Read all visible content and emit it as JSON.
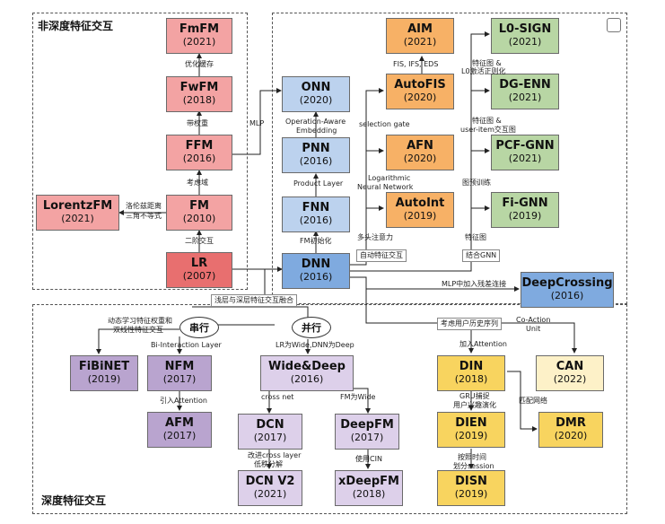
{
  "regions": {
    "top_left_title": "非深度特征交互",
    "bottom_title": "深度特征交互"
  },
  "nodes": {
    "fmfm": {
      "name": "FmFM",
      "year": "(2021)"
    },
    "fwfm": {
      "name": "FwFM",
      "year": "(2018)"
    },
    "ffm": {
      "name": "FFM",
      "year": "(2016)"
    },
    "fm": {
      "name": "FM",
      "year": "(2010)"
    },
    "lorentzfm": {
      "name": "LorentzFM",
      "year": "(2021)"
    },
    "lr": {
      "name": "LR",
      "year": "(2007)"
    },
    "onn": {
      "name": "ONN",
      "year": "(2020)"
    },
    "pnn": {
      "name": "PNN",
      "year": "(2016)"
    },
    "fnn": {
      "name": "FNN",
      "year": "(2016)"
    },
    "dnn": {
      "name": "DNN",
      "year": "(2016)"
    },
    "aim": {
      "name": "AIM",
      "year": "(2021)"
    },
    "autofis": {
      "name": "AutoFIS",
      "year": "(2020)"
    },
    "afn": {
      "name": "AFN",
      "year": "(2020)"
    },
    "autoint": {
      "name": "AutoInt",
      "year": "(2019)"
    },
    "l0sign": {
      "name": "L0-SIGN",
      "year": "(2021)"
    },
    "dgenn": {
      "name": "DG-ENN",
      "year": "(2021)"
    },
    "pcfgnn": {
      "name": "PCF-GNN",
      "year": "(2021)"
    },
    "figthe": {
      "name": "Fi-GNN",
      "year": "(2019)"
    },
    "deepcrossing": {
      "name": "DeepCrossing",
      "year": "(2016)"
    },
    "fibinet": {
      "name": "FiBiNET",
      "year": "(2019)"
    },
    "nfm": {
      "name": "NFM",
      "year": "(2017)"
    },
    "afm": {
      "name": "AFM",
      "year": "(2017)"
    },
    "widedeep": {
      "name": "Wide&Deep",
      "year": "(2016)"
    },
    "dcn": {
      "name": "DCN",
      "year": "(2017)"
    },
    "deepfm": {
      "name": "DeepFM",
      "year": "(2017)"
    },
    "dcnv2": {
      "name": "DCN V2",
      "year": "(2021)"
    },
    "xdeepfm": {
      "name": "xDeepFM",
      "year": "(2018)"
    },
    "din": {
      "name": "DIN",
      "year": "(2018)"
    },
    "dien": {
      "name": "DIEN",
      "year": "(2019)"
    },
    "disn": {
      "name": "DISN",
      "year": "(2019)"
    },
    "can": {
      "name": "CAN",
      "year": "(2022)"
    },
    "dmr": {
      "name": "DMR",
      "year": "(2020)"
    }
  },
  "ellipses": {
    "serial": "串行",
    "parallel": "并行"
  },
  "labels": {
    "opt_cache": "优化缓存",
    "weighted": "带权重",
    "consider_field": "考虑域",
    "second_order": "二阶交互",
    "lorentz_1": "洛伦兹距离",
    "lorentz_2": "三角不等式",
    "mlp": "MLP",
    "op_aware_1": "Operation-Aware",
    "op_aware_2": "Embedding",
    "product_layer": "Product Layer",
    "fm_init": "FM初始化",
    "fis": "FIS, IFS, EDS",
    "sel_gate": "selection gate",
    "log_1": "Logarithmic",
    "log_2": "Neural Network",
    "multihead": "多头注意力",
    "auto_cross": "自动特征交互",
    "fg_l0_1": "特征图 &",
    "fg_l0_2": "L0激活正则化",
    "fg_ui_1": "特征图 &",
    "fg_ui_2": "user-item交互图",
    "pretrain": "图预训练",
    "feature_graph": "特征图",
    "combine_gnn": "结合GNN",
    "mlp_residual": "MLP中加入残差连接",
    "shallow_deep": "浅层与深层特征交互融合",
    "dyn_1": "动态学习特征权重和",
    "dyn_2": "双线性特征交互",
    "bi_interaction": "Bi-Interaction Layer",
    "add_attention": "引入Attention",
    "lr_wide": "LR为Wide,DNN为Deep",
    "cross_net": "cross net",
    "fm_wide": "FM为Wide",
    "improve_1": "改进cross layer",
    "improve_2": "低秩分解",
    "use_cin": "使用CIN",
    "user_history": "考虑用户历史序列",
    "co_action_1": "Co-Action",
    "co_action_2": "Unit",
    "join_attention": "加入Attention",
    "gru_1": "GRU捕捉",
    "gru_2": "用户兴趣演化",
    "match_net": "匹配网络",
    "session_1": "按照时间",
    "session_2": "划分session"
  },
  "colors": {
    "pink": "#f3a3a3",
    "red": "#e86f6f",
    "light_blue": "#bcd2ee",
    "blue": "#7faadf",
    "orange": "#f7b166",
    "green": "#b8d6a4",
    "purple": "#b9a4cf",
    "lavender": "#ddd0ea",
    "yellow": "#f8d45f",
    "cream": "#fdf1c8"
  }
}
